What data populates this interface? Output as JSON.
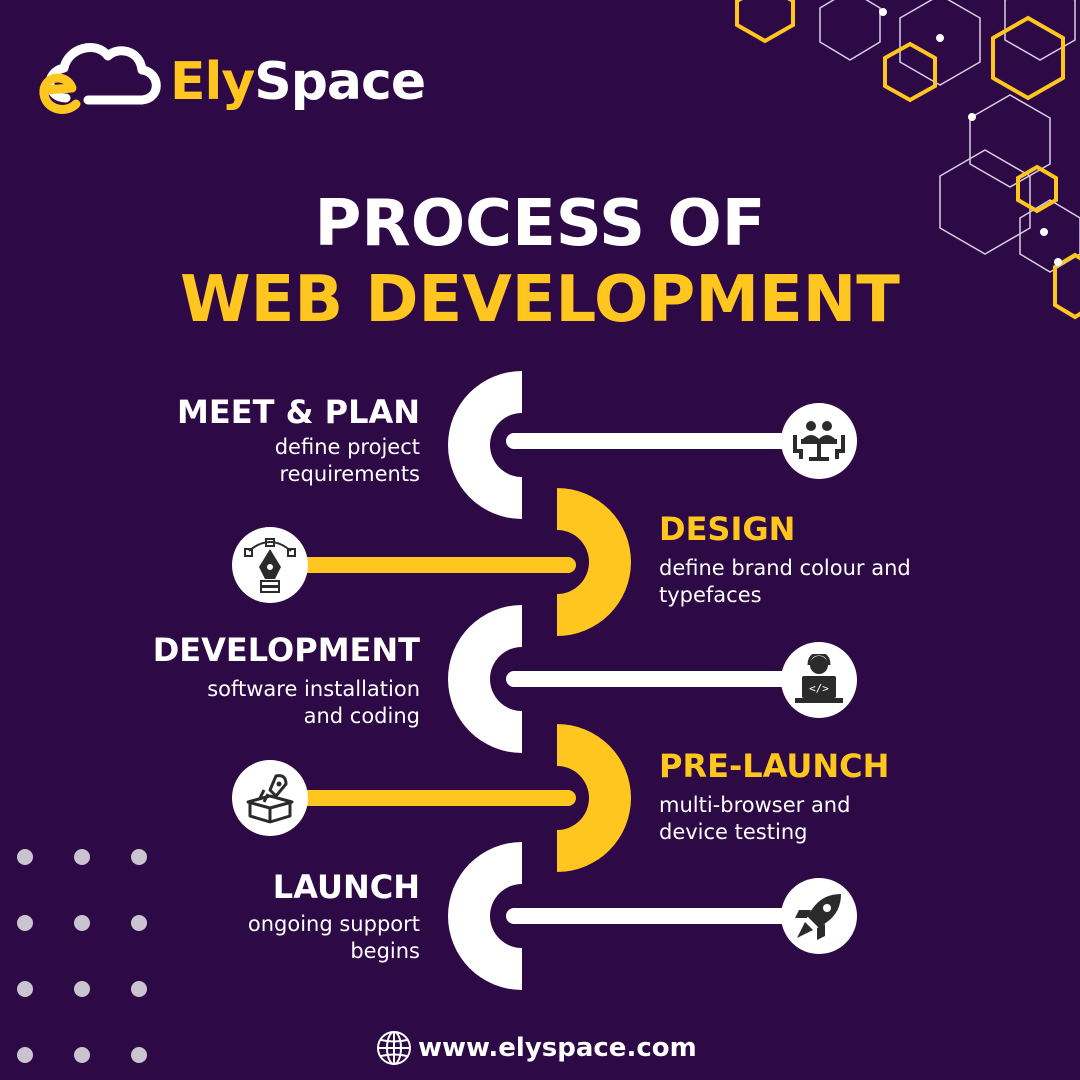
{
  "brand": {
    "name_part1": "Ely",
    "name_part2": "Space"
  },
  "title": {
    "line1": "PROCESS OF",
    "line2": "WEB DEVELOPMENT"
  },
  "steps": [
    {
      "title": "MEET & PLAN",
      "desc_line1": "define project",
      "desc_line2": "requirements",
      "icon": "meeting-icon"
    },
    {
      "title": "DESIGN",
      "desc_line1": "define brand colour and",
      "desc_line2": "typefaces",
      "icon": "pen-tool-icon"
    },
    {
      "title": "DEVELOPMENT",
      "desc_line1": "software installation",
      "desc_line2": "and coding",
      "icon": "developer-icon"
    },
    {
      "title": "PRE-LAUNCH",
      "desc_line1": "multi-browser and",
      "desc_line2": "device testing",
      "icon": "box-rocket-icon"
    },
    {
      "title": "LAUNCH",
      "desc_line1": "ongoing support",
      "desc_line2": "begins",
      "icon": "rocket-icon"
    }
  ],
  "footer": {
    "url": "www.elyspace.com",
    "icon": "globe-icon"
  },
  "colors": {
    "background": "#2d0a45",
    "accent": "#ffc61f",
    "primary": "#ffffff"
  }
}
